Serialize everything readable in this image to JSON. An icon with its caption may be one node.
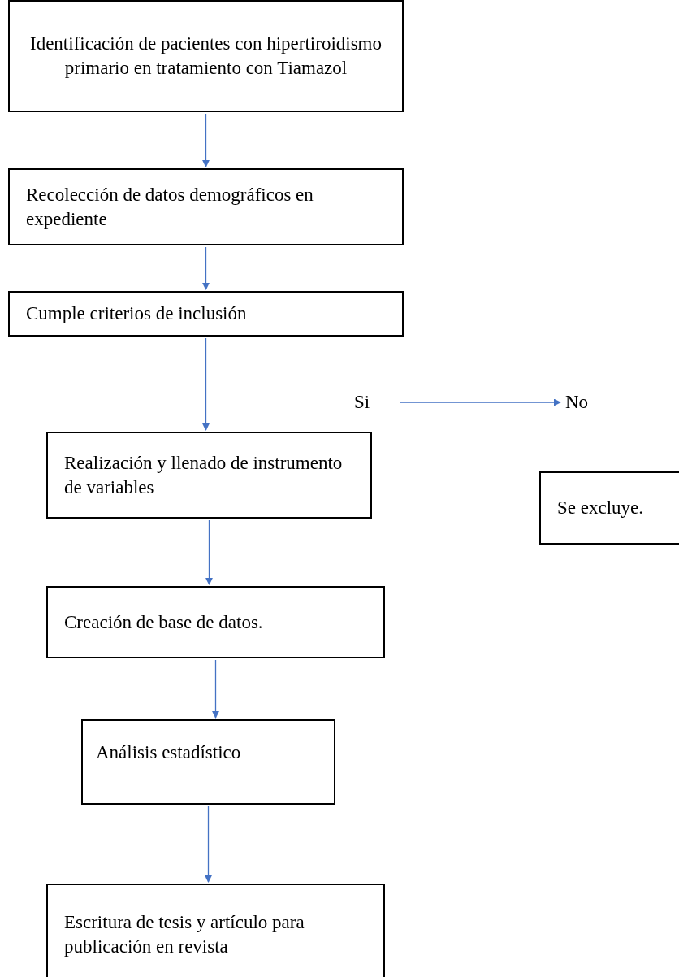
{
  "diagram": {
    "nodes": [
      {
        "text": [
          "Identificación de pacientes con hipertiroidismo primario en tratamiento con Tiamazol"
        ]
      },
      {
        "text": [
          "Recolección de datos demográficos en expediente"
        ]
      },
      {
        "text": [
          "Cumple criterios de inclusión"
        ]
      },
      {
        "text": [
          "Si"
        ]
      },
      {
        "text": [
          "No"
        ]
      },
      {
        "text": [
          "Realización y llenado de instrumento de variables"
        ]
      },
      {
        "text": [
          "Se excluye."
        ]
      },
      {
        "text": [
          "Creación de base de datos."
        ]
      },
      {
        "text": [
          "Análisis estadístico"
        ]
      },
      {
        "text": [
          "Escritura de tesis y artículo para publicación en revista"
        ]
      }
    ],
    "edges": [
      {
        "from": 0,
        "to": 1,
        "arrow": "to"
      },
      {
        "from": 1,
        "to": 2,
        "arrow": "to"
      },
      {
        "from": 2,
        "to": 5,
        "arrow": "to"
      },
      {
        "from": 3,
        "to": 4,
        "arrow": "to"
      },
      {
        "from": 5,
        "to": 7,
        "arrow": "to"
      },
      {
        "from": 7,
        "to": 8,
        "arrow": "to"
      },
      {
        "from": 8,
        "to": 9,
        "arrow": "to"
      }
    ]
  }
}
